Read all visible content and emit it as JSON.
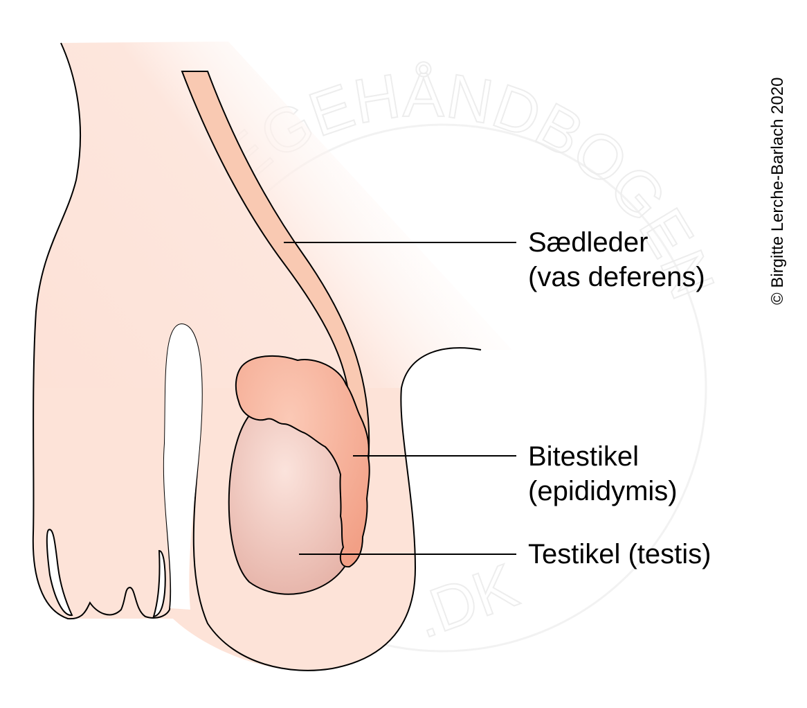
{
  "labels": {
    "vas_deferens": {
      "line1": "Sædleder",
      "line2": "(vas deferens)"
    },
    "epididymis": {
      "line1": "Bitestikel",
      "line2": "(epididymis)"
    },
    "testis": {
      "line1": "Testikel (testis)"
    }
  },
  "copyright": "© Birgitte Lerche-Barlach 2020",
  "watermark": "LÆGEHÅNDBOGEN.DK",
  "colors": {
    "skin": "#fde3d8",
    "vas_deferens": "#f9c9b2",
    "epididymis": "#f4a58c",
    "testis": "#ecc0b6",
    "outline": "#000000"
  }
}
